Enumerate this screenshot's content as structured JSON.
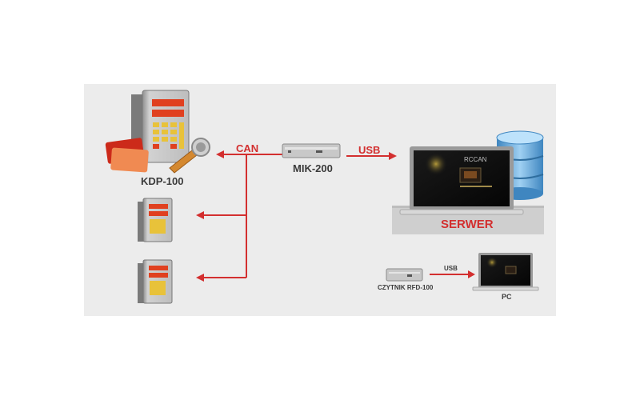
{
  "diagram": {
    "labels": {
      "can": "CAN",
      "usb_main": "USB",
      "mik": "MIK-200",
      "kdp": "KDP-100",
      "serwer": "SERWER",
      "usb_small": "USB",
      "czytnik": "CZYTNIK RFD-100",
      "pc": "PC",
      "screen_text": "RCCAN"
    },
    "colors": {
      "accent": "#d32f2f",
      "label_dark": "#3a3a3a",
      "background_panel": "#ececec",
      "device_face": "#c9c9c9",
      "display_red": "#e0401f",
      "keypad_yellow": "#e8c23a",
      "database_blue": "#5aa3d8"
    },
    "icons": [
      "controller-device-icon",
      "rfid-card-icon",
      "key-fob-icon",
      "usb-converter-icon",
      "laptop-icon",
      "database-icon",
      "card-reader-icon"
    ]
  }
}
